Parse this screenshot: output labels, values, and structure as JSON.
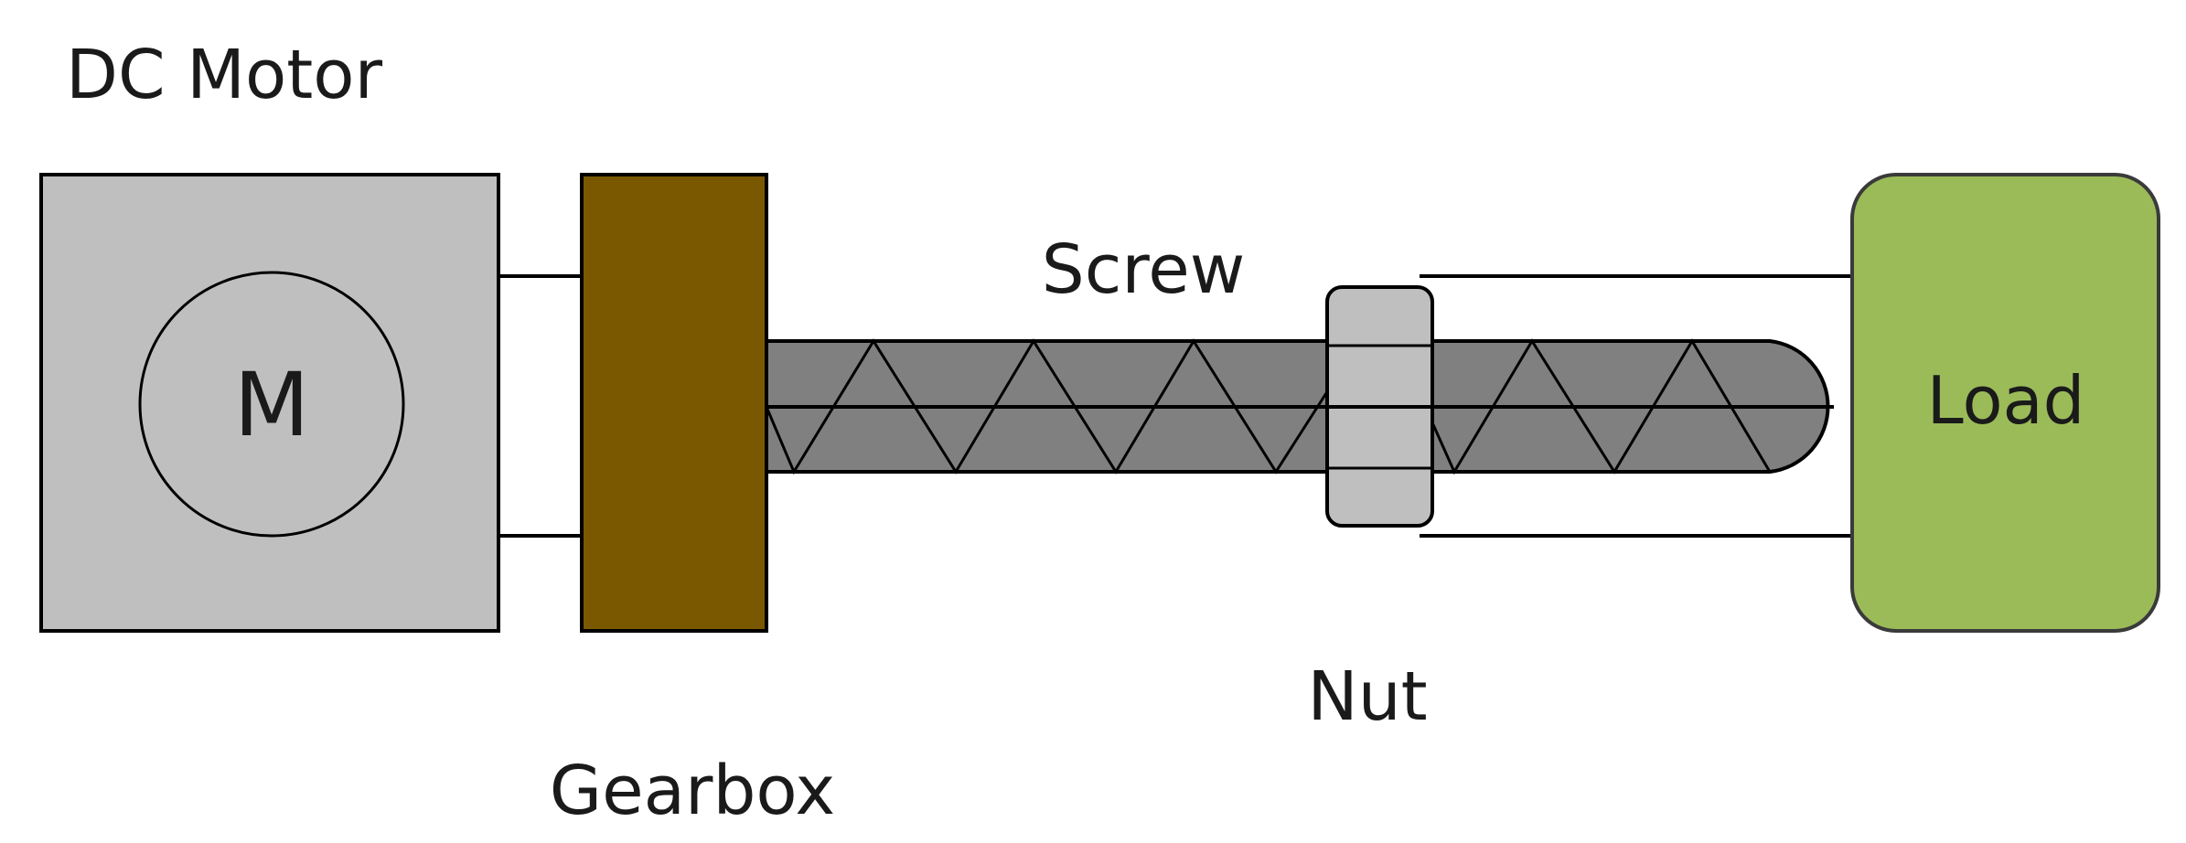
{
  "labels": {
    "dc_motor": "DC Motor",
    "motor_symbol": "M",
    "screw": "Screw",
    "nut": "Nut",
    "gearbox": "Gearbox",
    "load": "Load"
  },
  "colors": {
    "motor_body": "#bfbfbf",
    "gearbox": "#7a5800",
    "screw": "#808080",
    "nut": "#bfbfbf",
    "load": "#9bbb59",
    "outline": "#000000",
    "background": "#ffffff"
  }
}
